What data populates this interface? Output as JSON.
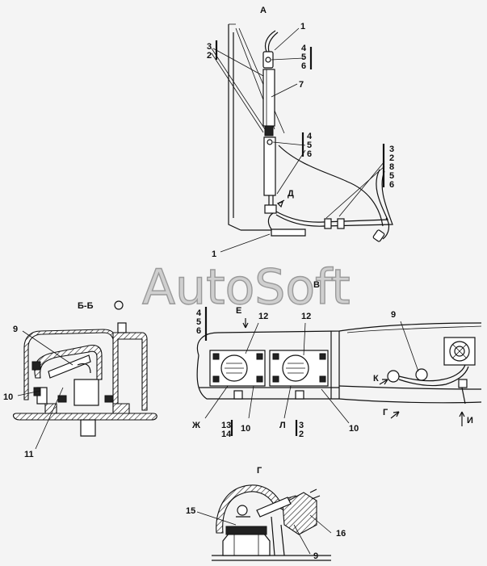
{
  "watermark": "AutoSoft",
  "views": {
    "a": "А",
    "bb": "Б-Б",
    "v": "В",
    "g": "Г"
  },
  "direction_labels": {
    "d": "Д",
    "e": "Е",
    "k": "К",
    "g": "Г",
    "i": "И",
    "zh": "Ж",
    "l": "Л"
  },
  "callouts": {
    "view_a": [
      "1",
      "3",
      "2",
      "4",
      "5",
      "6",
      "7",
      "4",
      "5",
      "6",
      "3",
      "2",
      "8",
      "5",
      "6",
      "1"
    ],
    "view_bb": [
      "9",
      "10",
      "11"
    ],
    "view_v": [
      "4",
      "5",
      "6",
      "12",
      "12",
      "9",
      "13",
      "14",
      "10",
      "3",
      "2",
      "10"
    ],
    "view_g": [
      "15",
      "16",
      "9"
    ]
  }
}
